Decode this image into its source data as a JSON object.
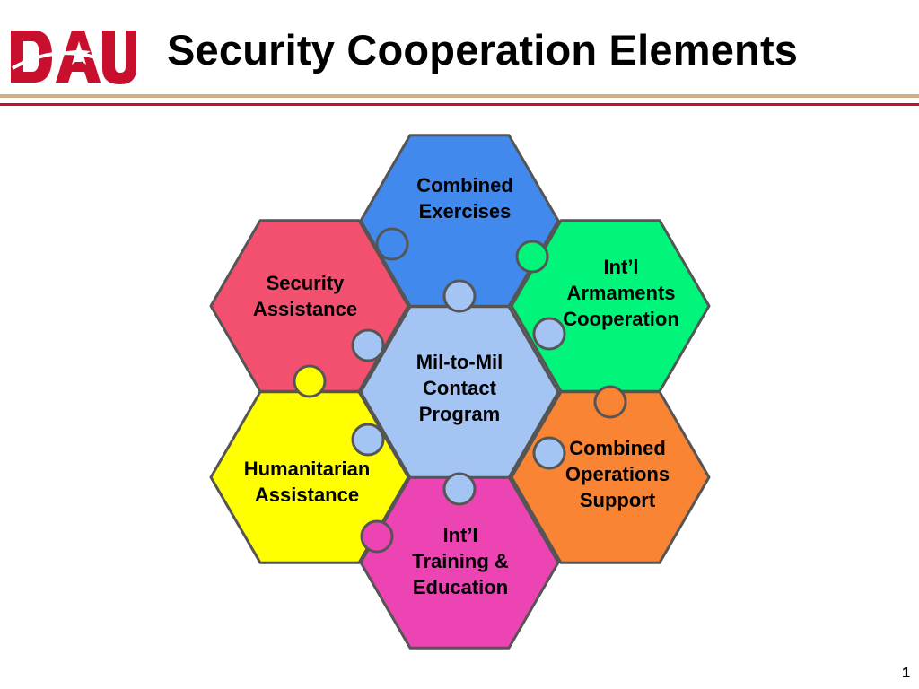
{
  "header": {
    "logo_text": "DAU",
    "title": "Security Cooperation Elements"
  },
  "diagram": {
    "elements": [
      {
        "id": "center",
        "lines": [
          "Mil-to-Mil",
          "Contact",
          "Program"
        ],
        "color": "#a4c4f4"
      },
      {
        "id": "top",
        "lines": [
          "Combined",
          "Exercises"
        ],
        "color": "#4189ec"
      },
      {
        "id": "upper-right",
        "lines": [
          "Int’l",
          "Armaments",
          "Cooperation"
        ],
        "color": "#00f57a"
      },
      {
        "id": "lower-right",
        "lines": [
          "Combined",
          "Operations",
          "Support"
        ],
        "color": "#f98434"
      },
      {
        "id": "bottom",
        "lines": [
          "Int’l",
          "Training &",
          "Education"
        ],
        "color": "#ed44b4"
      },
      {
        "id": "lower-left",
        "lines": [
          "Humanitarian",
          "Assistance"
        ],
        "color": "#ffff00"
      },
      {
        "id": "upper-left",
        "lines": [
          "Security",
          "Assistance"
        ],
        "color": "#f2506e"
      }
    ],
    "stroke_color": "#555555"
  },
  "footer": {
    "page_number": "1"
  }
}
